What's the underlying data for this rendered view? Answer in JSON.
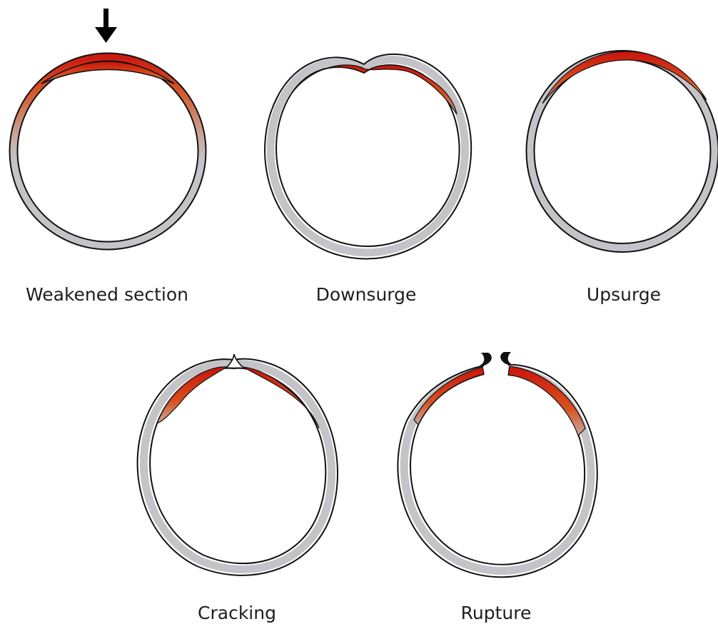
{
  "stages": [
    {
      "id": "weakened",
      "label": "Weakened section"
    },
    {
      "id": "downsurge",
      "label": "Downsurge"
    },
    {
      "id": "upsurge",
      "label": "Upsurge"
    },
    {
      "id": "cracking",
      "label": "Cracking"
    },
    {
      "id": "rupture",
      "label": "Rupture"
    }
  ],
  "colors": {
    "wall_weak": "#cc1a10",
    "wall_mid": "#d4562a",
    "wall_transition": "#c9a89e",
    "wall_normal": "#c4c4c8",
    "outline": "#111111",
    "arrow": "#000000"
  },
  "icons": {
    "pressure_arrow": "arrow-down-icon"
  }
}
